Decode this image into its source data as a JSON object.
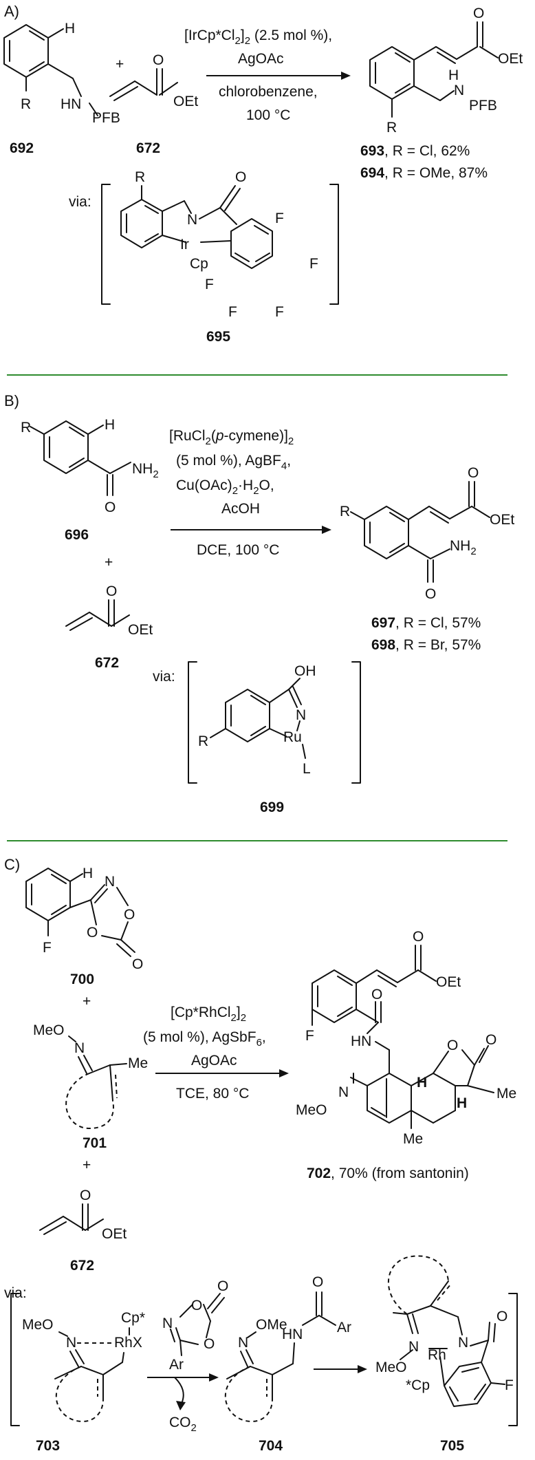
{
  "sections": {
    "A": {
      "label": "A)",
      "reagents": [
        "[IrCp*Cl",
        "]",
        " (2.5 mol %),",
        "AgOAc",
        "chlorobenzene,",
        "100 °C"
      ],
      "sub2": "2",
      "sub2b": "2",
      "substrate": {
        "id": "692",
        "H": "H",
        "R": "R",
        "NH": "HN",
        "PFB": "PFB"
      },
      "acrylate": {
        "id": "672",
        "O": "O",
        "OEt": "OEt"
      },
      "product": {
        "H": "H",
        "N": "N",
        "PFB": "PFB",
        "R": "R",
        "O": "O",
        "OEt": "OEt"
      },
      "results": [
        {
          "id": "693",
          "text": ", R = Cl, 62%"
        },
        {
          "id": "694",
          "text": ", R = OMe, 87%"
        }
      ],
      "via": "via:",
      "intermediate": {
        "id": "695",
        "R": "R",
        "N": "N",
        "Ir": "Ir",
        "Cp": "Cp",
        "O": "O",
        "F": "F"
      }
    },
    "B": {
      "label": "B)",
      "reagents": [
        "[RuCl",
        "(",
        "p",
        "-cymene)]",
        "(5 mol %), AgBF",
        "Cu(OAc)",
        "·H",
        "O,",
        "AcOH",
        "DCE, 100 °C"
      ],
      "sub2": "2",
      "sub4": "4",
      "comma": ",",
      "substrate": {
        "id": "696",
        "R": "R",
        "H": "H",
        "NH2": "NH",
        "O": "O"
      },
      "plus": "+",
      "acrylate": {
        "id": "672",
        "O": "O",
        "OEt": "OEt"
      },
      "product": {
        "R": "R",
        "O": "O",
        "OEt": "OEt",
        "NH2": "NH"
      },
      "results": [
        {
          "id": "697",
          "text": ", R = Cl, 57%"
        },
        {
          "id": "698",
          "text": ", R = Br, 57%"
        }
      ],
      "via": "via:",
      "intermediate": {
        "id": "699",
        "OH": "OH",
        "N": "N",
        "Ru": "Ru",
        "L": "L",
        "R": "R"
      }
    },
    "C": {
      "label": "C)",
      "reagents": [
        "[Cp*RhCl",
        "]",
        "(5 mol %), AgSbF",
        ",",
        "AgOAc",
        "TCE, 80 °C"
      ],
      "sub2": "2",
      "sub6": "6",
      "substrate": {
        "id": "700",
        "H": "H",
        "F": "F",
        "N": "N",
        "O": "O"
      },
      "plus": "+",
      "oxime": {
        "id": "701",
        "MeO": "MeO",
        "N": "N",
        "Me": "Me"
      },
      "acrylate": {
        "id": "672",
        "O": "O",
        "OEt": "OEt"
      },
      "product": {
        "id": "702",
        "text": ", 70% (from santonin)",
        "O": "O",
        "OEt": "OEt",
        "F": "F",
        "HN": "HN",
        "H": "H",
        "Me": "Me",
        "MeO": "MeO",
        "N": "N"
      },
      "via": "via:",
      "int703": {
        "id": "703",
        "MeO": "MeO",
        "N": "N",
        "Cp": "Cp*",
        "RhX": "RhX"
      },
      "dioxazolone": {
        "O": "O",
        "N": "N",
        "Ar": "Ar"
      },
      "co2": "CO",
      "co2sub": "2",
      "int704": {
        "id": "704",
        "N": "N",
        "OMe": "OMe",
        "HN": "HN",
        "O": "O",
        "Ar": "Ar"
      },
      "int705": {
        "id": "705",
        "N": "N",
        "Rh": "Rh",
        "MeO": "MeO",
        "Cp": "*Cp",
        "O": "O",
        "F": "F"
      }
    }
  }
}
